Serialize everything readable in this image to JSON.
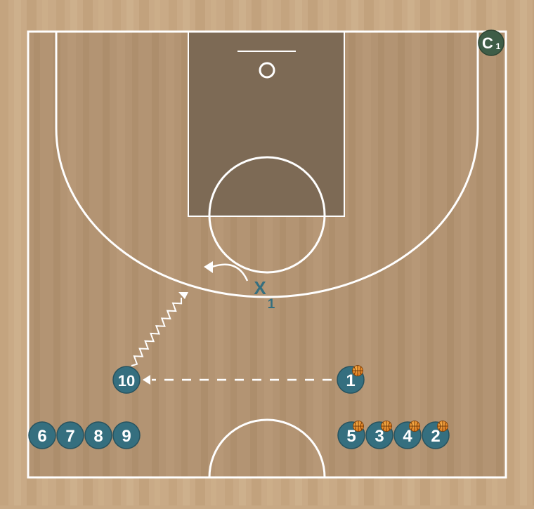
{
  "coach": {
    "label": "C",
    "sub": "1"
  },
  "defender": {
    "label": "X",
    "sub": "1"
  },
  "players": [
    {
      "label": "10",
      "has_ball": false
    },
    {
      "label": "1",
      "has_ball": true
    },
    {
      "label": "6",
      "has_ball": false
    },
    {
      "label": "7",
      "has_ball": false
    },
    {
      "label": "8",
      "has_ball": false
    },
    {
      "label": "9",
      "has_ball": false
    },
    {
      "label": "5",
      "has_ball": true
    },
    {
      "label": "3",
      "has_ball": true
    },
    {
      "label": "4",
      "has_ball": true
    },
    {
      "label": "2",
      "has_ball": true
    }
  ],
  "actions": [
    {
      "type": "pass",
      "from": "1",
      "to": "10"
    },
    {
      "type": "dribble",
      "player": "10"
    },
    {
      "type": "cut",
      "player": "X1"
    }
  ],
  "colors": {
    "player": "#356f7f",
    "coach": "#3e5d47",
    "paint": "#7d6a55",
    "lines": "#ffffff",
    "ball": "#e08a1e",
    "defender": "#356f7f"
  }
}
